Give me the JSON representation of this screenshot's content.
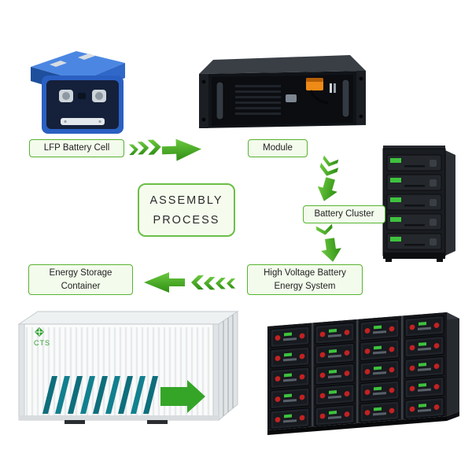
{
  "colors": {
    "arrow_green": "#3da01c",
    "label_border": "#56b32f",
    "label_bg": "#f3fbec",
    "cell_blue": "#2a60c2",
    "chassis_black": "#101317",
    "container_teal": "#0e6e7c",
    "container_green": "#35a528"
  },
  "center_box": {
    "line1": "ASSEMBLY",
    "line2": "PROCESS"
  },
  "labels": {
    "cells": "LFP Battery Cell",
    "module": "Module",
    "cluster": "Battery Cluster",
    "hv_line1": "High Voltage Battery",
    "hv_line2": "Energy System",
    "container_line1": "Energy Storage",
    "container_line2": "Container"
  },
  "container_art": {
    "logo_text": "CTS"
  }
}
